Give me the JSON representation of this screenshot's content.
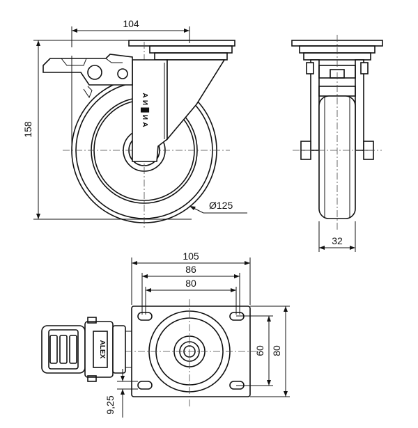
{
  "dimensions": {
    "side_width": "104",
    "side_height": "158",
    "wheel_diameter": "Ø125",
    "front_wheel_width": "32",
    "plate_length": "105",
    "hole_spacing_outer": "86",
    "hole_spacing_inner": "80",
    "plate_width_outer": "80",
    "plate_width_inner": "60",
    "bolt_hole": "9,25"
  },
  "brand": {
    "side_mark": "A И █ И A",
    "top_mark": "ALEX"
  },
  "colors": {
    "line": "#111111",
    "background": "#ffffff"
  }
}
